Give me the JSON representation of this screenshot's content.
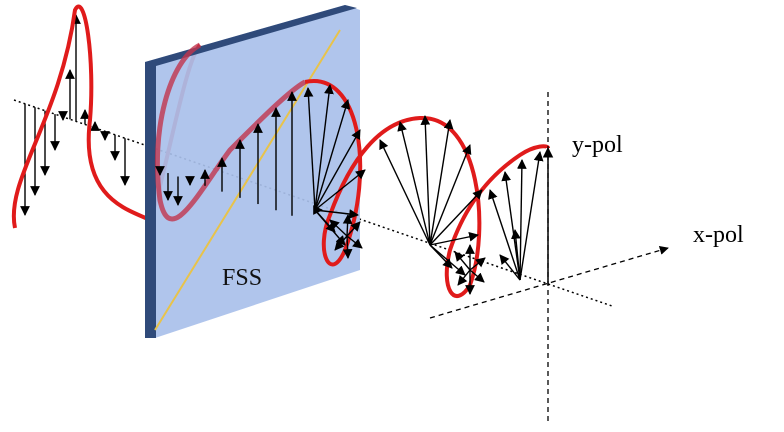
{
  "labels": {
    "fss": "FSS",
    "y_pol": "y-pol",
    "x_pol": "x-pol"
  },
  "colors": {
    "wave": "#e01b1b",
    "arrow": "#000000",
    "panel_face": "#a9c0ea",
    "panel_edge": "#2f4a7a",
    "panel_diagonal": "#e8c34a"
  }
}
